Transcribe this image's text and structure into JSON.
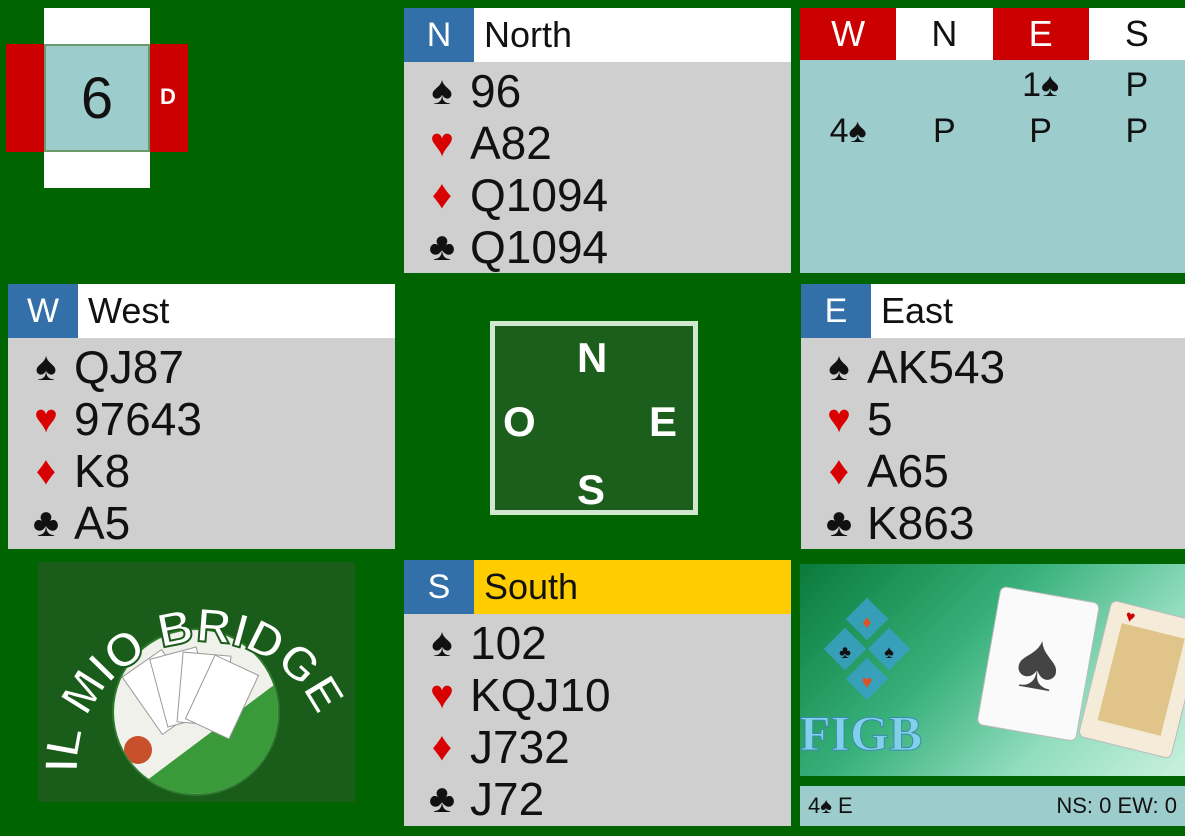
{
  "board": {
    "number": "6",
    "dealer_mark": "D"
  },
  "colors": {
    "felt": "#006400",
    "vulnerable": "#cc0000",
    "seat_badge": "#336fa8",
    "panel": "#cfcfcf",
    "auction_bg": "#9ccccc",
    "dealer_highlight": "#ffcc00"
  },
  "north": {
    "seat": "N",
    "name": "North",
    "spades": "96",
    "hearts": "A82",
    "diamonds": "Q1094",
    "clubs": "Q1094"
  },
  "west": {
    "seat": "W",
    "name": "West",
    "spades": "QJ87",
    "hearts": "97643",
    "diamonds": "K8",
    "clubs": "A5"
  },
  "east": {
    "seat": "E",
    "name": "East",
    "spades": "AK543",
    "hearts": "5",
    "diamonds": "A65",
    "clubs": "K863"
  },
  "south": {
    "seat": "S",
    "name": "South",
    "spades": "102",
    "hearts": "KQJ10",
    "diamonds": "J732",
    "clubs": "J72"
  },
  "suits": {
    "spade": "♠",
    "heart": "♥",
    "diamond": "♦",
    "club": "♣"
  },
  "auction": {
    "headers": [
      "W",
      "N",
      "E",
      "S"
    ],
    "rows": [
      [
        "",
        "",
        "1♠",
        "P"
      ],
      [
        "4♠",
        "P",
        "P",
        "P"
      ]
    ]
  },
  "compass": {
    "n": "N",
    "w": "O",
    "e": "E",
    "s": "S"
  },
  "logo": {
    "text": "IL MIO BRIDGE"
  },
  "figb": {
    "text": "FIGB"
  },
  "status": {
    "contract": "4♠ E",
    "score": "NS: 0 EW: 0"
  }
}
